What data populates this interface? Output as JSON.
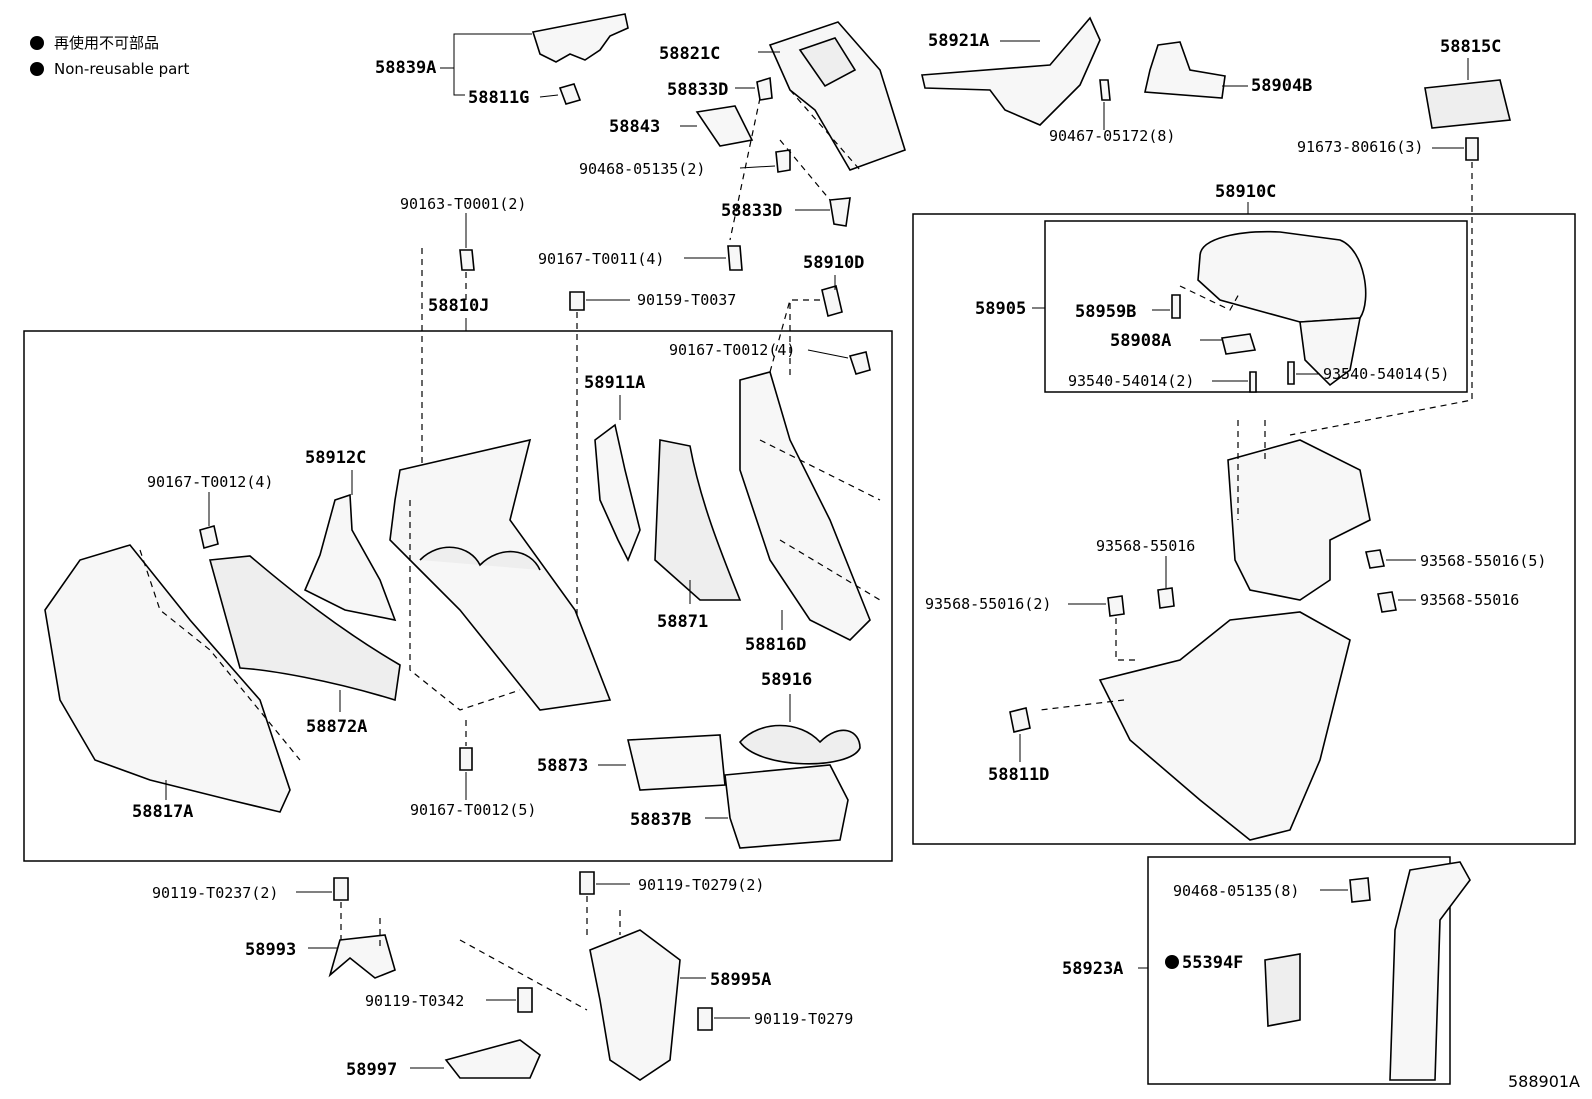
{
  "legend": {
    "jp": "再使用不可部品",
    "en": "Non-reusable part"
  },
  "diagram_code": "588901A",
  "labels": {
    "p58839A": "58839A",
    "p58811G": "58811G",
    "p58821C": "58821C",
    "p58833D_a": "58833D",
    "p58843": "58843",
    "p90468_a": "90468-05135(2)",
    "p58833D_b": "58833D",
    "p58921A": "58921A",
    "p90467": "90467-05172(8)",
    "p58904B": "58904B",
    "p58815C": "58815C",
    "p91673": "91673-80616(3)",
    "p58910C": "58910C",
    "p90163": "90163-T0001(2)",
    "p90167_a": "90167-T0011(4)",
    "p58910D": "58910D",
    "p58810J": "58810J",
    "p90159": "90159-T0037",
    "p90167_b": "90167-T0012(4)",
    "p58911A": "58911A",
    "p58912C": "58912C",
    "p90167_c": "90167-T0012(4)",
    "p58871": "58871",
    "p58816D": "58816D",
    "p58916": "58916",
    "p58872A": "58872A",
    "p58873": "58873",
    "p58817A": "58817A",
    "p90167_d": "90167-T0012(5)",
    "p58837B": "58837B",
    "p58905": "58905",
    "p58959B": "58959B",
    "p58908A": "58908A",
    "p93540_a": "93540-54014(2)",
    "p93540_b": "93540-54014(5)",
    "p93568_a": "93568-55016",
    "p93568_b": "93568-55016(5)",
    "p93568_c": "93568-55016(2)",
    "p93568_d": "93568-55016",
    "p58811D": "58811D",
    "p90119_a": "90119-T0237(2)",
    "p58993": "58993",
    "p90119_b": "90119-T0279(2)",
    "p58995A": "58995A",
    "p90119_c": "90119-T0342",
    "p90119_d": "90119-T0279",
    "p58997": "58997",
    "p90468_b": "90468-05135(8)",
    "p58923A": "58923A",
    "p55394F": "55394F"
  }
}
